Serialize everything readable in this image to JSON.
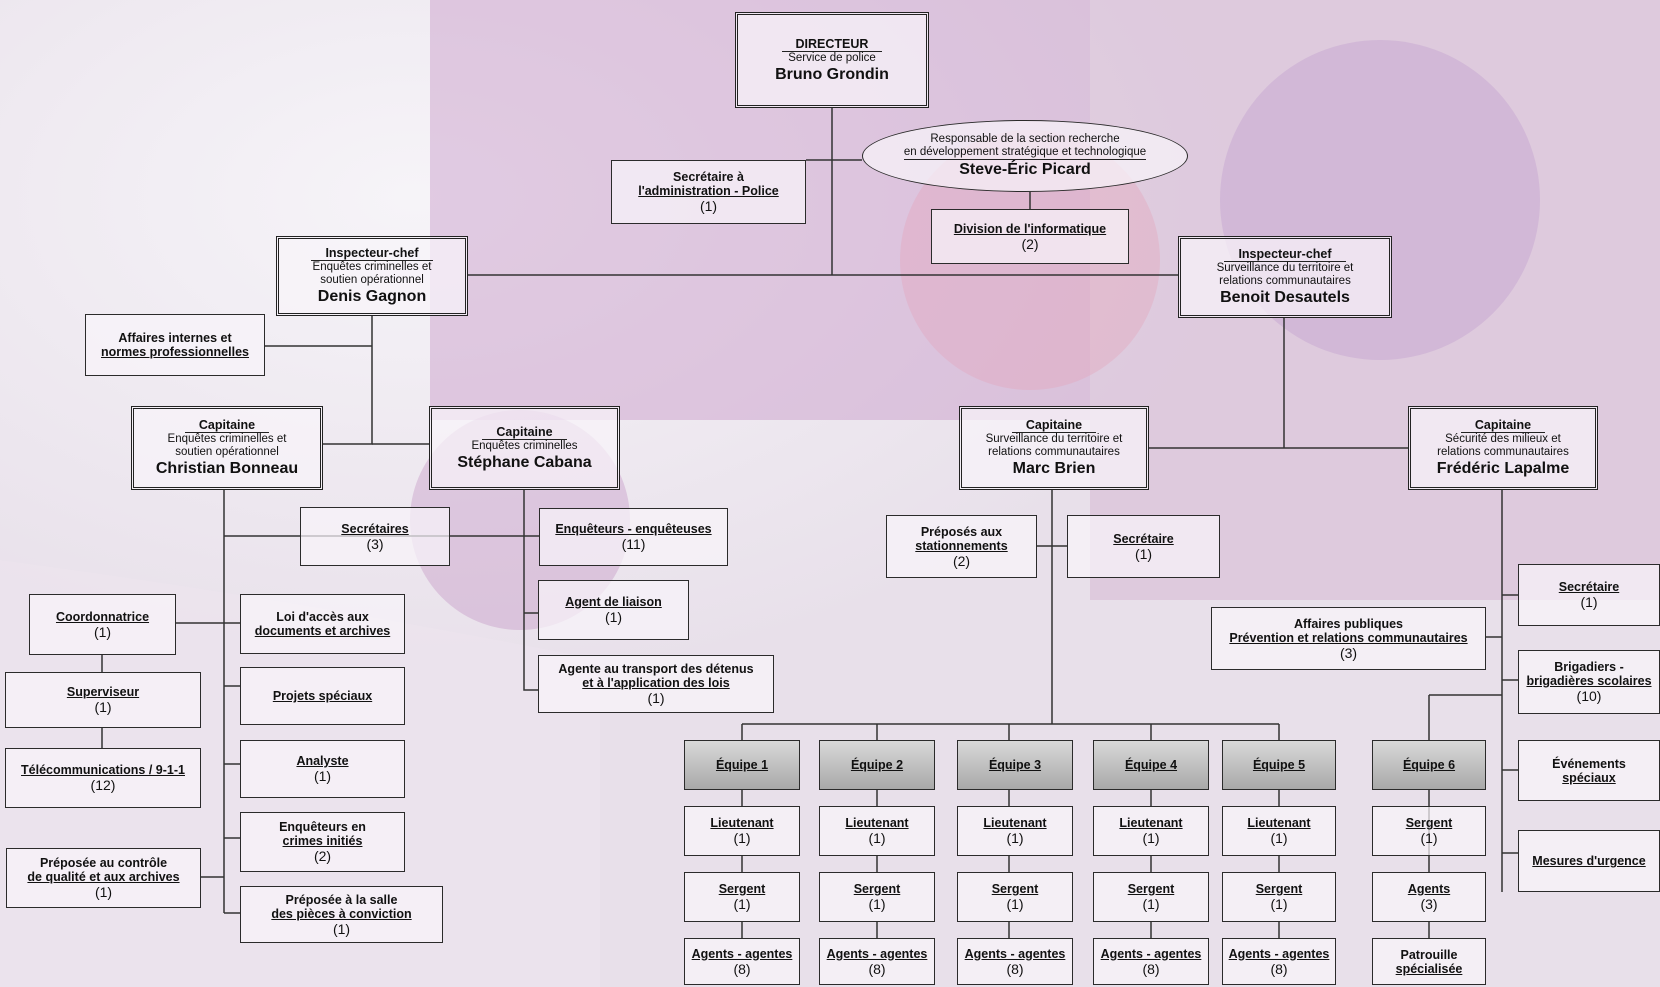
{
  "director": {
    "title": "DIRECTEUR",
    "subtitle": "Service de police",
    "name": "Bruno Grondin"
  },
  "research": {
    "line1": "Responsable de la section recherche",
    "line2": "en développement stratégique et technologique",
    "name": "Steve-Éric Picard"
  },
  "secretary_admin": {
    "line1": "Secrétaire à",
    "line2": "l'administration - Police",
    "count": "(1)"
  },
  "it_division": {
    "title": "Division de l'informatique",
    "count": "(2)"
  },
  "inspector_left": {
    "title": "Inspecteur-chef",
    "line1": "Enquêtes criminelles et",
    "line2": "soutien opérationnel",
    "name": "Denis Gagnon"
  },
  "inspector_right": {
    "title": "Inspecteur-chef",
    "line1": "Surveillance du territoire et",
    "line2": "relations communautaires",
    "name": "Benoit Desautels"
  },
  "internal_affairs": {
    "line1": "Affaires internes et",
    "line2": "normes professionnelles"
  },
  "captain_bonneau": {
    "title": "Capitaine",
    "line1": "Enquêtes criminelles et",
    "line2": "soutien opérationnel",
    "name": "Christian Bonneau"
  },
  "captain_cabana": {
    "title": "Capitaine",
    "line1": "Enquêtes criminelles",
    "name": "Stéphane Cabana"
  },
  "captain_brien": {
    "title": "Capitaine",
    "line1": "Surveillance du territoire et",
    "line2": "relations communautaires",
    "name": "Marc Brien"
  },
  "captain_lapalme": {
    "title": "Capitaine",
    "line1": "Sécurité des milieux et",
    "line2": "relations communautaires",
    "name": "Frédéric Lapalme"
  },
  "secretaires": {
    "title": "Secrétaires",
    "count": "(3)"
  },
  "coordonnatrice": {
    "title": "Coordonnatrice",
    "count": "(1)"
  },
  "superviseur": {
    "title": "Superviseur",
    "count": "(1)"
  },
  "telecom": {
    "title": "Télécommunications / 9-1-1",
    "count": "(12)"
  },
  "qualite": {
    "line1": "Préposée au contrôle",
    "line2": "de qualité et aux archives",
    "count": "(1)"
  },
  "loi_acces": {
    "line1": "Loi d'accès aux",
    "line2": "documents et archives"
  },
  "projets": {
    "title": "Projets spéciaux"
  },
  "analyste": {
    "title": "Analyste",
    "count": "(1)"
  },
  "enqueteurs_crimes": {
    "line1": "Enquêteurs en",
    "line2": "crimes initiés",
    "count": "(2)"
  },
  "salle_pieces": {
    "line1": "Préposée à la salle",
    "line2": "des pièces à conviction",
    "count": "(1)"
  },
  "enqueteurs": {
    "title": "Enquêteurs - enquêteuses",
    "count": "(11)"
  },
  "agent_liaison": {
    "title": "Agent de liaison",
    "count": "(1)"
  },
  "transport": {
    "line1": "Agente au transport des détenus",
    "line2": "et à l'application des lois",
    "count": "(1)"
  },
  "stationnements": {
    "line1": "Préposés aux",
    "line2": "stationnements",
    "count": "(2)"
  },
  "secretaire_brien": {
    "title": "Secrétaire",
    "count": "(1)"
  },
  "secretaire_lapalme": {
    "title": "Secrétaire",
    "count": "(1)"
  },
  "affaires_publiques": {
    "line1": "Affaires publiques",
    "line2": "Prévention et relations communautaires",
    "count": "(3)"
  },
  "brigadiers": {
    "line1": "Brigadiers -",
    "line2": "brigadières scolaires",
    "count": "(10)"
  },
  "evenements": {
    "line1": "Événements",
    "line2": "spéciaux"
  },
  "mesures": {
    "title": "Mesures d'urgence"
  },
  "teams": [
    {
      "name": "Équipe 1",
      "r1": "Lieutenant",
      "c1": "(1)",
      "r2": "Sergent",
      "c2": "(1)",
      "r3": "Agents - agentes",
      "c3": "(8)"
    },
    {
      "name": "Équipe 2",
      "r1": "Lieutenant",
      "c1": "(1)",
      "r2": "Sergent",
      "c2": "(1)",
      "r3": "Agents - agentes",
      "c3": "(8)"
    },
    {
      "name": "Équipe 3",
      "r1": "Lieutenant",
      "c1": "(1)",
      "r2": "Sergent",
      "c2": "(1)",
      "r3": "Agents - agentes",
      "c3": "(8)"
    },
    {
      "name": "Équipe 4",
      "r1": "Lieutenant",
      "c1": "(1)",
      "r2": "Sergent",
      "c2": "(1)",
      "r3": "Agents - agentes",
      "c3": "(8)"
    },
    {
      "name": "Équipe 5",
      "r1": "Lieutenant",
      "c1": "(1)",
      "r2": "Sergent",
      "c2": "(1)",
      "r3": "Agents - agentes",
      "c3": "(8)"
    }
  ],
  "team6": {
    "name": "Équipe 6",
    "r1": "Sergent",
    "c1": "(1)",
    "r2": "Agents",
    "c2": "(3)",
    "r3a": "Patrouille",
    "r3b": "spécialisée"
  }
}
